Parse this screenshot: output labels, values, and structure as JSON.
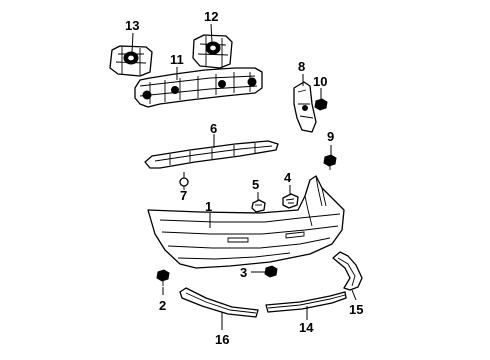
{
  "diagram": {
    "callouts": {
      "c1": "1",
      "c2": "2",
      "c3": "3",
      "c4": "4",
      "c5": "5",
      "c6": "6",
      "c7": "7",
      "c8": "8",
      "c9": "9",
      "c10": "10",
      "c11": "11",
      "c12": "12",
      "c13": "13",
      "c14": "14",
      "c15": "15",
      "c16": "16"
    },
    "colors": {
      "line": "#000000",
      "background": "#ffffff"
    }
  }
}
